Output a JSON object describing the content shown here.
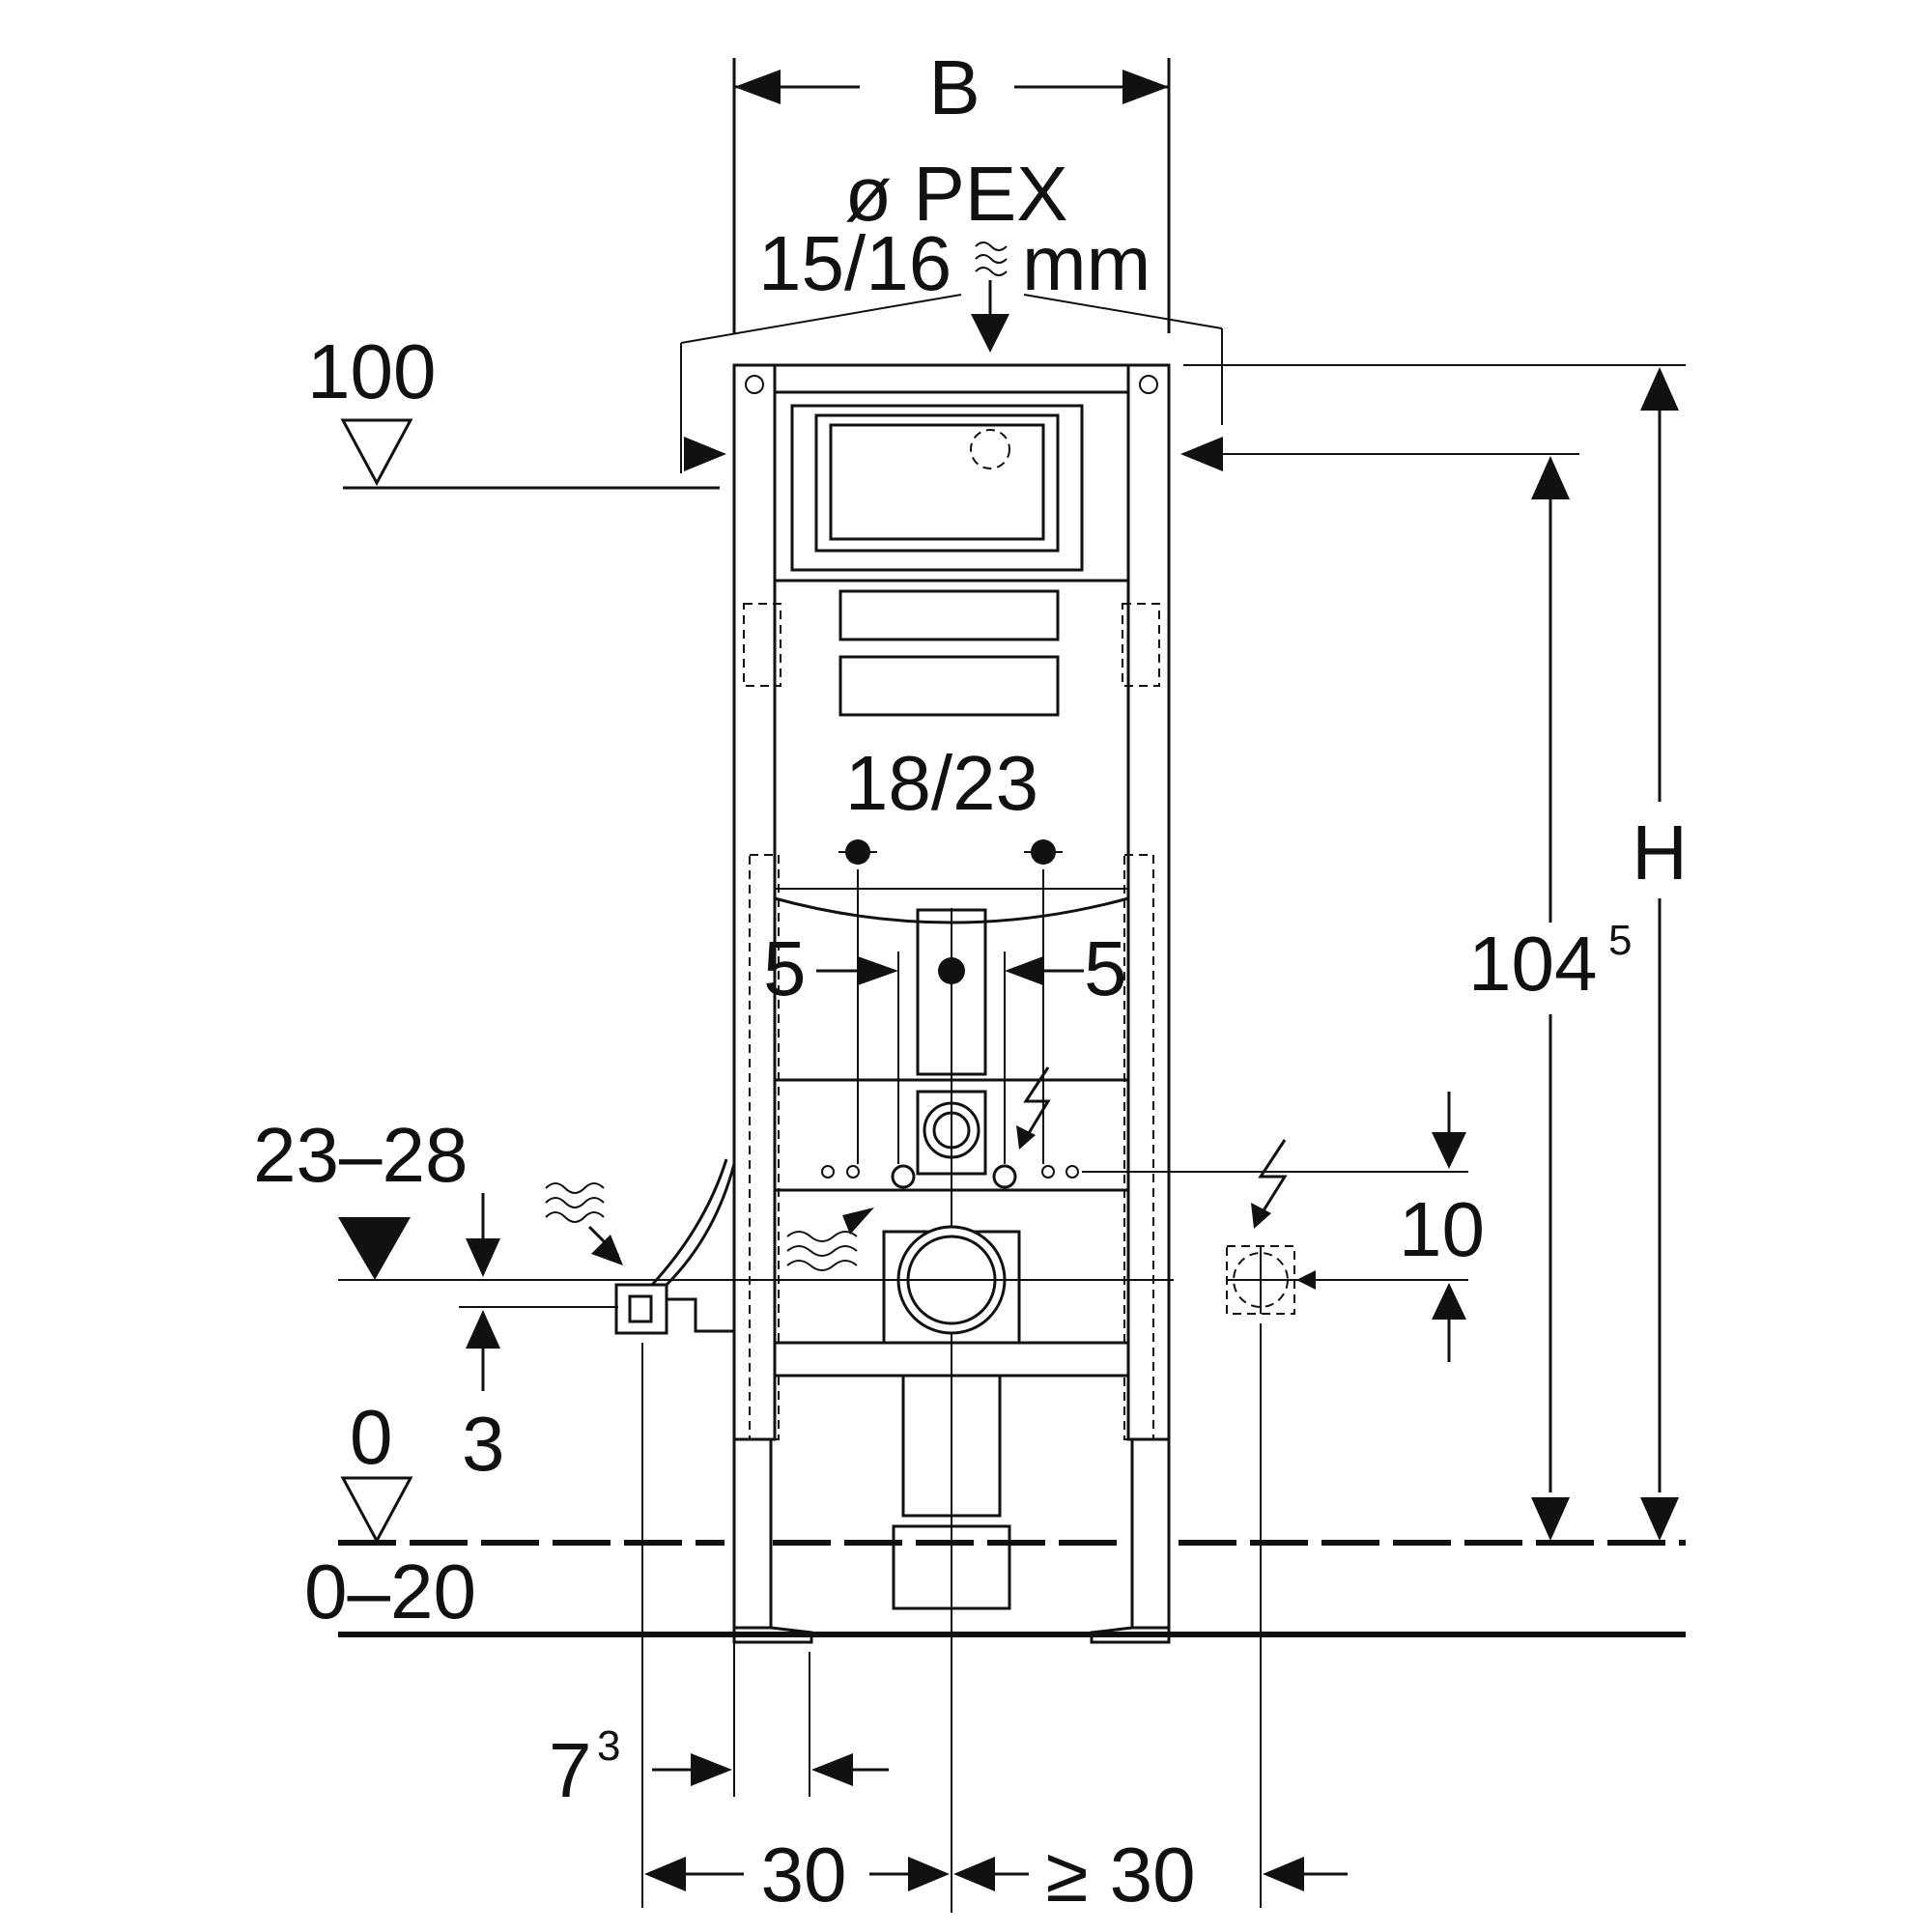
{
  "labels": {
    "width": "B",
    "pex_line1": "ø PEX",
    "pex_line2_a": "15/16",
    "pex_line2_b": "mm",
    "level_top": "100",
    "height": "H",
    "height_main": "104",
    "height_sup": "5",
    "bolt_spacing": "18/23",
    "offset_left": "5",
    "offset_right": "5",
    "drain_height": "23–28",
    "pipe_offset": "3",
    "electrical_offset": "10",
    "floor_level": "0",
    "floor_range": "0–20",
    "foot_main": "7",
    "foot_sup": "3",
    "span_left": "30",
    "span_right": "≥ 30"
  },
  "icons": {
    "water_supply": "wavy-arrow-icon",
    "electric": "lightning-icon",
    "level_marker": "triangle-level-icon"
  },
  "colors": {
    "ink": "#111111",
    "paper": "#ffffff"
  }
}
